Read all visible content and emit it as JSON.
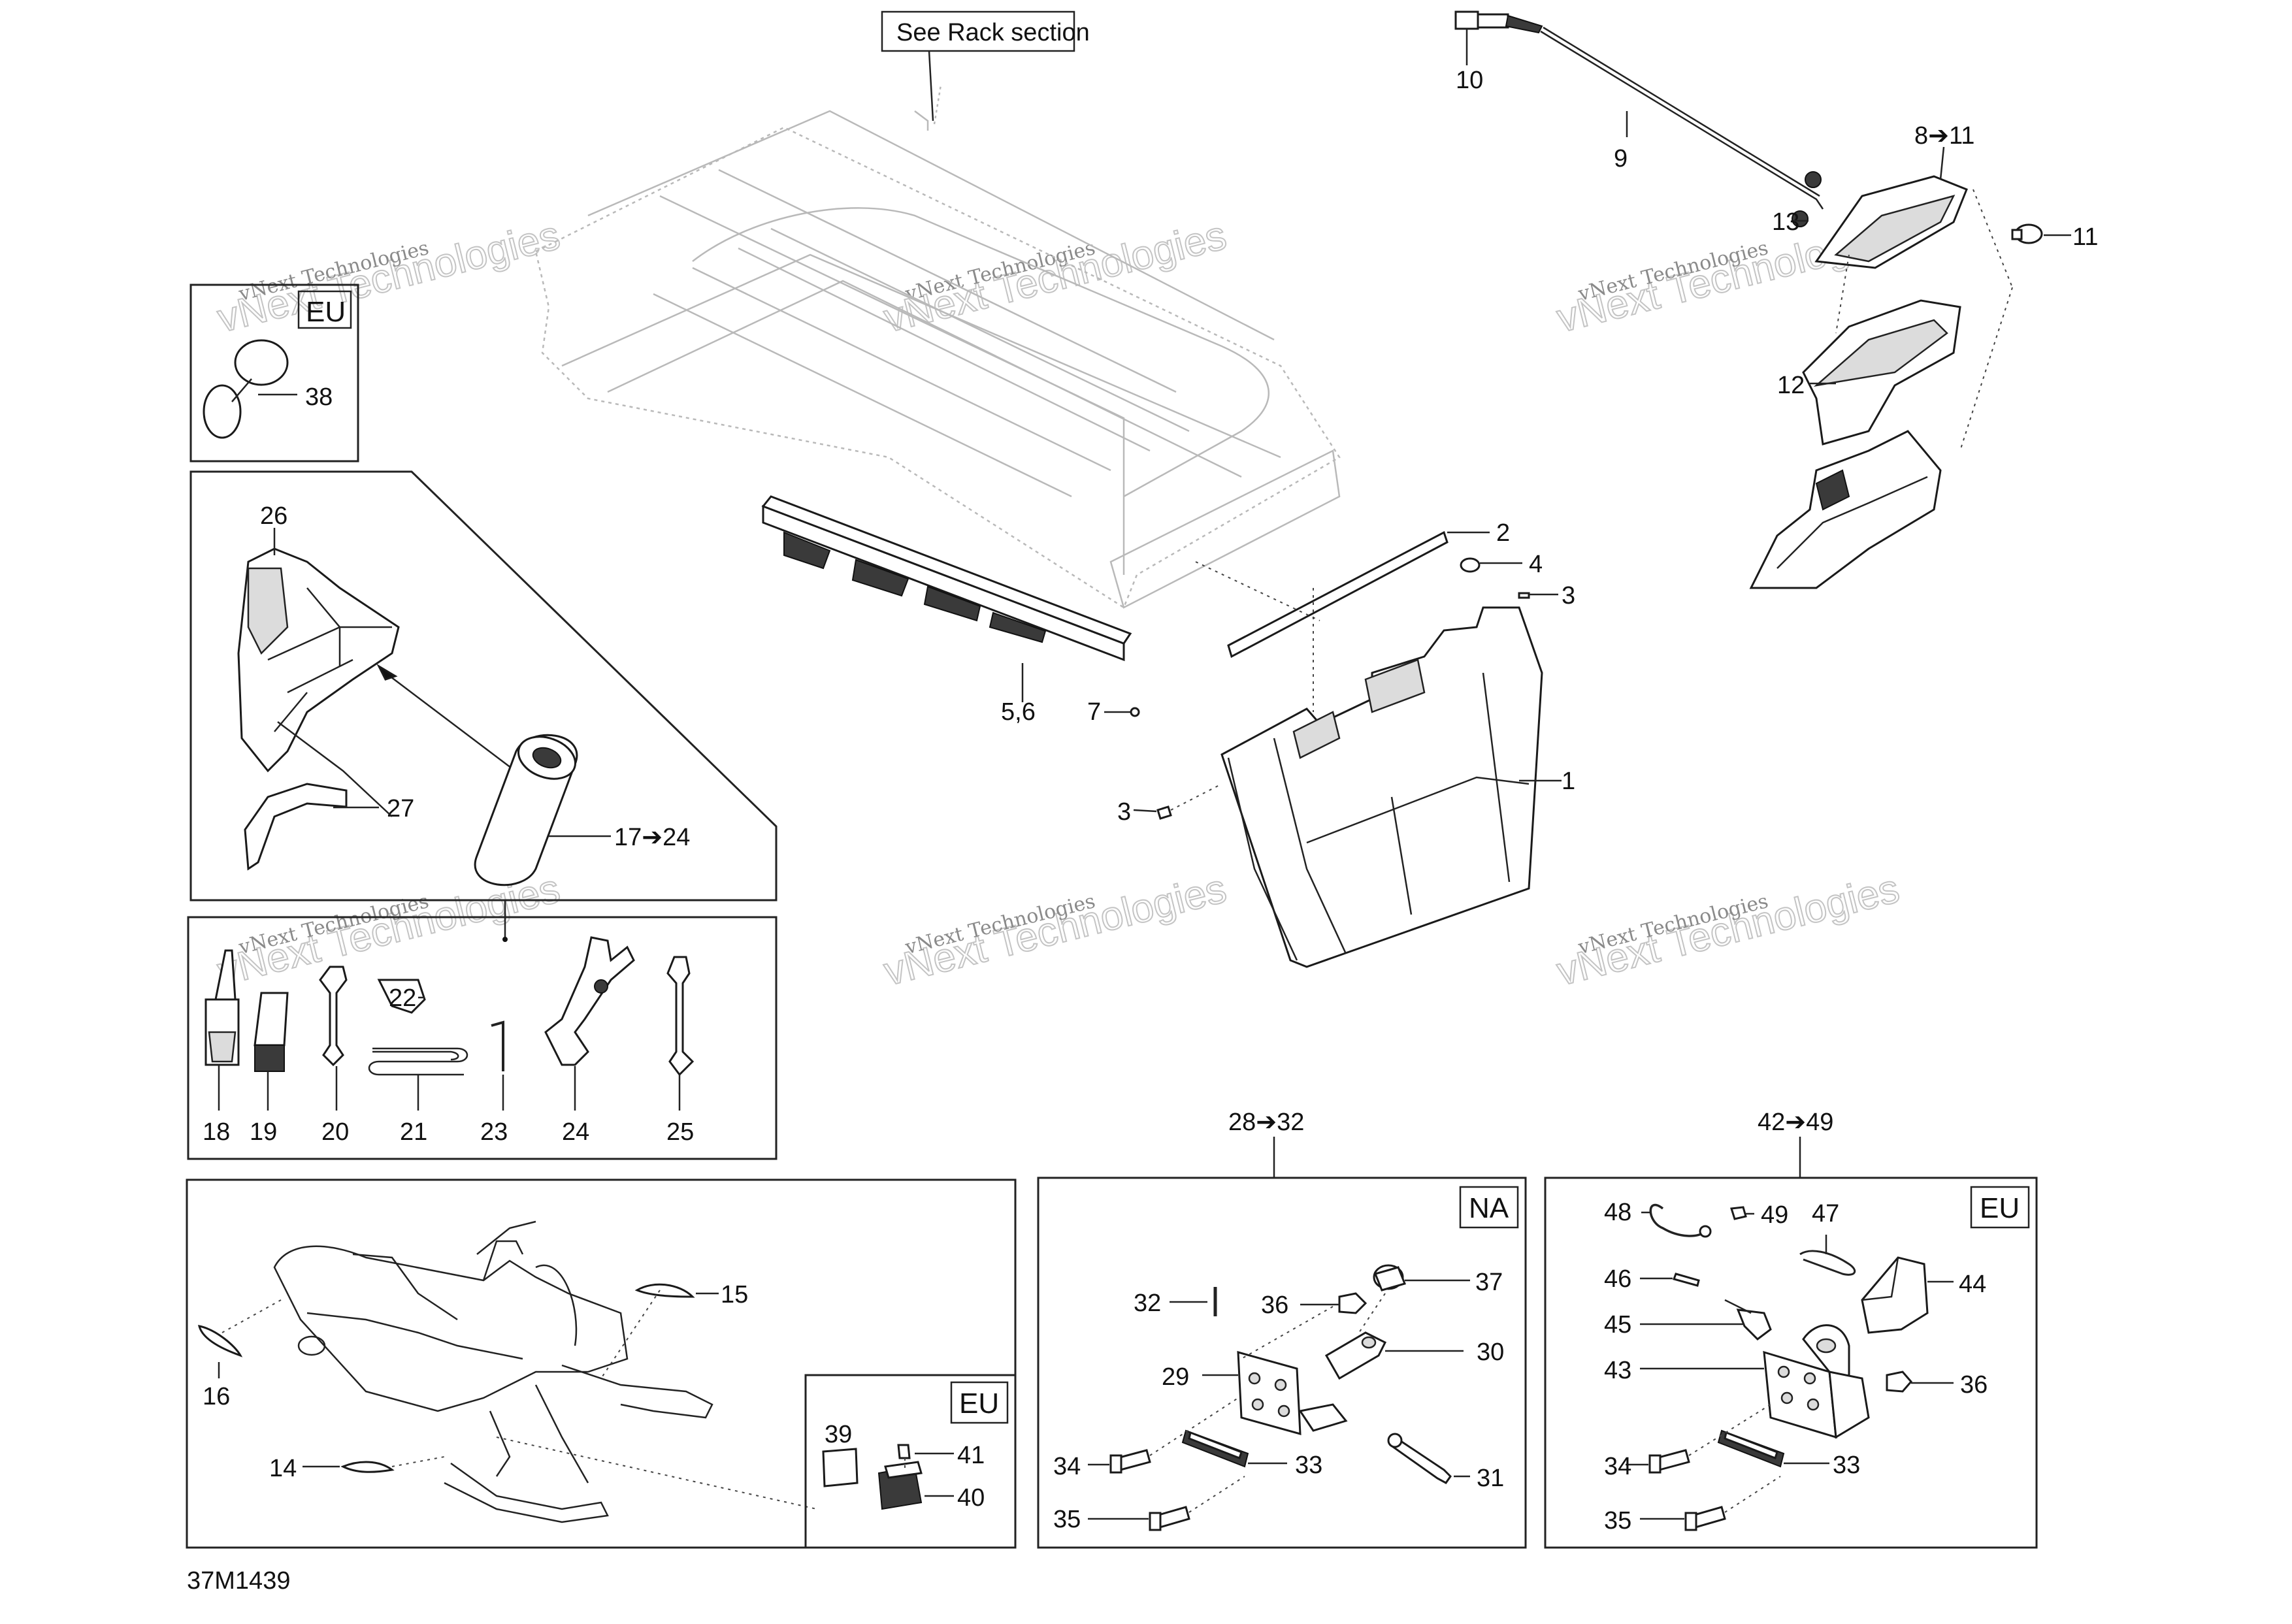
{
  "diagram": {
    "reference_note": "See Rack section",
    "drawing_code": "37M1439",
    "watermark": {
      "line1": "vNext Technologies",
      "line2": "vNext Technologies"
    },
    "region_tags": {
      "eu_mirror": "EU",
      "na_kit": "NA",
      "eu_kit": "EU",
      "eu_reflector": "EU"
    },
    "callouts": {
      "c1": "1",
      "c2": "2",
      "c3a": "3",
      "c3b": "3",
      "c4": "4",
      "c56": "5,6",
      "c7": "7",
      "c8_11": "8➔11",
      "c9": "9",
      "c10": "10",
      "c11": "11",
      "c12": "12",
      "c13": "13",
      "c14": "14",
      "c15": "15",
      "c16": "16",
      "c17_24": "17➔24",
      "c18": "18",
      "c19": "19",
      "c20": "20",
      "c21": "21",
      "c22": "22",
      "c23": "23",
      "c24": "24",
      "c25": "25",
      "c26": "26",
      "c27": "27",
      "c28_32": "28➔32",
      "c29": "29",
      "c30": "30",
      "c31": "31",
      "c32": "32",
      "c33a": "33",
      "c33b": "33",
      "c34a": "34",
      "c34b": "34",
      "c35a": "35",
      "c35b": "35",
      "c36a": "36",
      "c36b": "36",
      "c37": "37",
      "c38": "38",
      "c39": "39",
      "c40": "40",
      "c41": "41",
      "c42_49": "42➔49",
      "c43": "43",
      "c44": "44",
      "c45": "45",
      "c46": "46",
      "c47": "47",
      "c48": "48",
      "c49": "49"
    }
  }
}
